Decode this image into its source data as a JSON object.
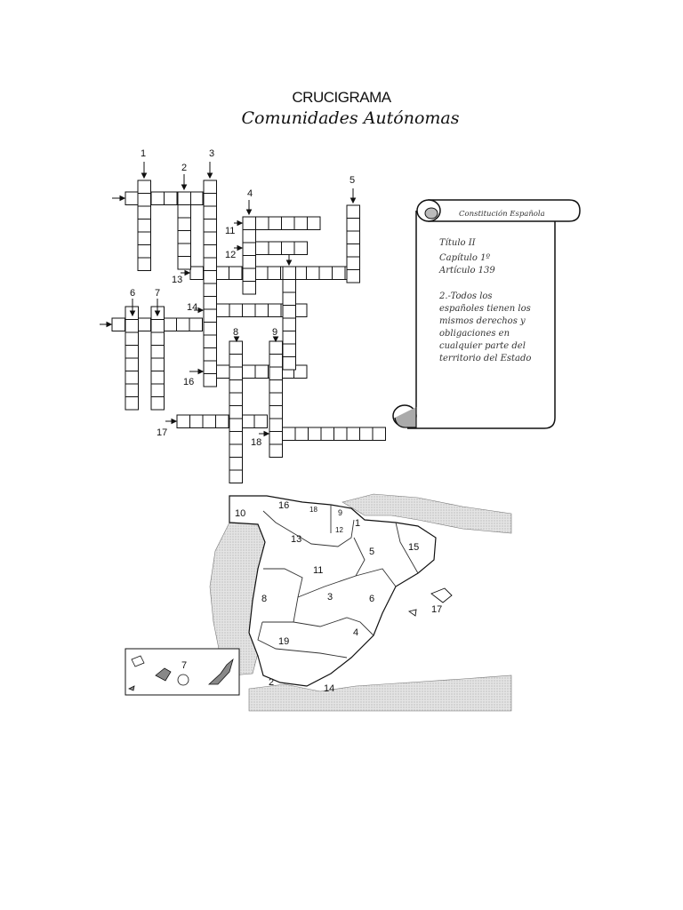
{
  "header": {
    "title": "CRUCIGRAMA",
    "subtitle": "Comunidades Autónomas"
  },
  "crossword": {
    "clue_numbers": [
      "1",
      "2",
      "3",
      "4",
      "5",
      "6",
      "7",
      "8",
      "9",
      "11",
      "12",
      "13",
      "14",
      "16",
      "17",
      "18"
    ]
  },
  "scroll": {
    "heading": "Constitución Española",
    "lines": [
      "Título II",
      "Capítulo 1º",
      "Artículo 139"
    ],
    "paragraph": [
      "2.-Todos los",
      "españoles tienen los",
      "mismos derechos y",
      "obligaciones en",
      "cualquier parte del",
      "territorio del Estado"
    ]
  },
  "map": {
    "region_labels": [
      "10",
      "16",
      "18",
      "9",
      "1",
      "12",
      "13",
      "5",
      "15",
      "11",
      "8",
      "3",
      "6",
      "17",
      "19",
      "4",
      "7",
      "2",
      "14"
    ]
  }
}
